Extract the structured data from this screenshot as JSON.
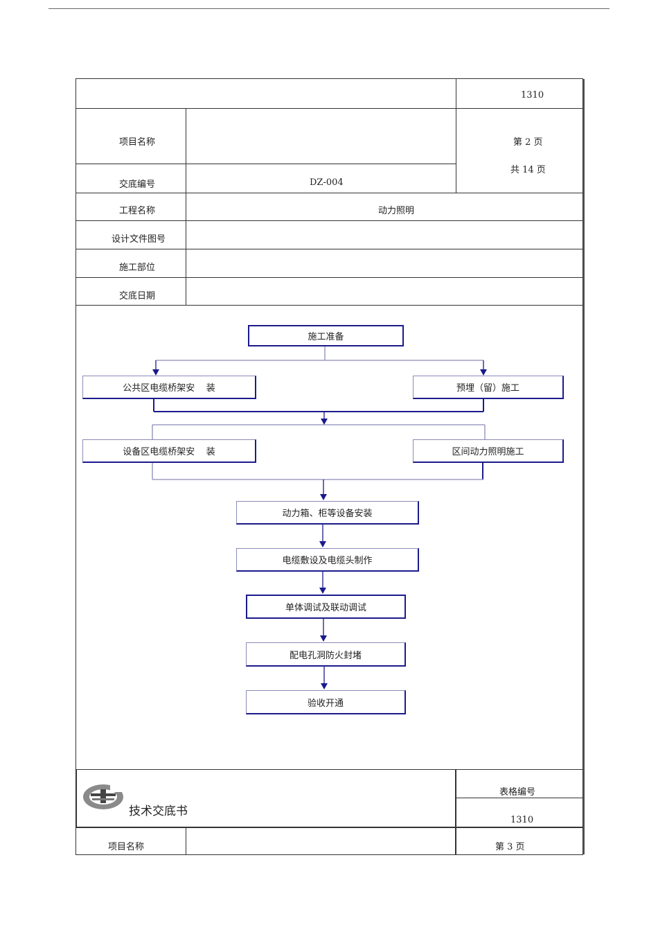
{
  "header1": {
    "form_no_value": "1310",
    "project_name_label": "项目名称",
    "page_current": "第  2    页",
    "page_total": "共  14     页",
    "handover_no_label": "交底编号",
    "handover_no_value": "DZ-004",
    "engineering_name_label": "工程名称",
    "engineering_name_value": "动力照明",
    "design_doc_label": "设计文件图号",
    "construction_part_label": "施工部位",
    "handover_date_label": "交底日期"
  },
  "flow": {
    "prep": "施工准备",
    "public_tray": "公共区电缆桥架安    装",
    "embed": "预埋（留）施工",
    "equip_tray": "设备区电缆桥架安    装",
    "section_lighting": "区间动力照明施工",
    "boxes": "动力箱、柜等设备安装",
    "cables": "电缆敷设及电缆头制作",
    "debug": "单体调试及联动调试",
    "firestop": "配电孔洞防火封堵",
    "acceptance": "验收开通"
  },
  "header2": {
    "doc_title": "技术交底书",
    "form_no_label": "表格编号",
    "form_no_value": "1310",
    "project_name_label": "项目名称",
    "page_current": "第    3       页"
  },
  "colors": {
    "line": "#333333",
    "flow_blue": "#1a1a8c"
  },
  "icons": {
    "logo": "company-logo-icon",
    "arrow": "arrow-down-icon"
  }
}
